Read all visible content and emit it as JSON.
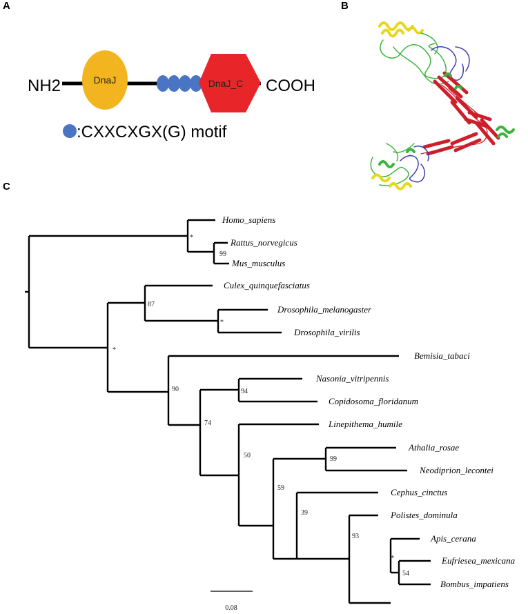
{
  "panels": {
    "a": "A",
    "b": "B",
    "c": "C"
  },
  "domain_diagram": {
    "n_terminus": "NH2",
    "c_terminus": "COOH",
    "dnaj_label": "DnaJ",
    "dnaj_c_label": "DnaJ_C",
    "motif_count": 4,
    "legend_text": ":CXXCXGX(G) motif",
    "colors": {
      "dnaj": "#f2b51f",
      "dnaj_c": "#e8262a",
      "motif": "#4a74c4",
      "backbone": "#000000"
    }
  },
  "structure": {
    "colors": {
      "helix": "#e6d819",
      "coil": "#3cb43c",
      "sheet": "#cc1f2a",
      "loop": "#3d3db8"
    }
  },
  "tree": {
    "taxa": {
      "homo": "Homo_sapiens",
      "rattus": "Rattus_norvegicus",
      "mus": "Mus_musculus",
      "culex": "Culex_quinquefasciatus",
      "dmel": "Drosophila_melanogaster",
      "dvir": "Drosophila_virilis",
      "bemisia": "Bemisia_tabaci",
      "nasonia": "Nasonia_vitripennis",
      "copidosoma": "Copidosoma_floridanum",
      "linepithema": "Linepithema_humile",
      "athalia": "Athalia_rosae",
      "neodiprion": "Neodiprion_lecontei",
      "cephus": "Cephus_cinctus",
      "polistes": "Polistes_dominula",
      "apis": "Apis_cerana",
      "eufriesea": "Eufriesea_mexicana",
      "bombus": "Bombus_impatiens"
    },
    "support": {
      "mammals": "*",
      "rattus_mus": "99",
      "culex_dros": "87",
      "drosophila": "*",
      "insects": "*",
      "bemisia_rest": "90",
      "chalcid": "94",
      "hym": "74",
      "lin_rest": "50",
      "sawflies": "99",
      "saw_rest": "59",
      "cephus_rest": "39",
      "polistes_bees": "93",
      "bees": "*",
      "eufri_bombus": "54"
    },
    "scale_label": "0.08"
  }
}
